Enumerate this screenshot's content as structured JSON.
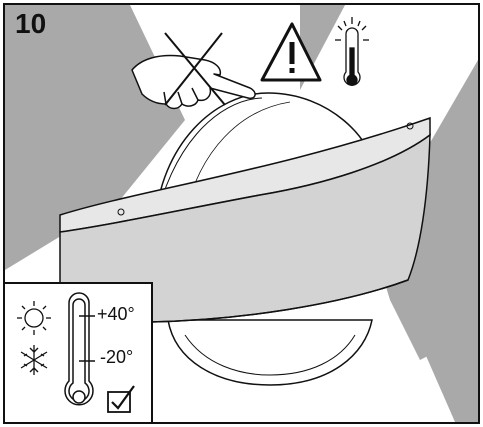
{
  "step": {
    "number": "10"
  },
  "temperature_range": {
    "max": "+40°",
    "min": "-20°"
  },
  "icons": {
    "warning": "warning-triangle-icon",
    "heat": "hot-thermometer-icon",
    "no_touch": "crossed-hand-icon",
    "sun": "sun-icon",
    "snow": "snowflake-icon",
    "check": "checkbox-checked-icon"
  },
  "colors": {
    "shade": "#a9a9a9",
    "lamp_front": "#d3d3d3",
    "lamp_top": "#e7e7e7",
    "ink": "#111111"
  }
}
